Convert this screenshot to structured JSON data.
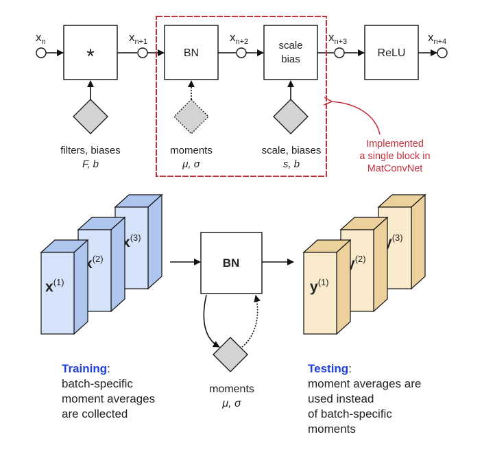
{
  "top_row": {
    "nodes": [
      "x",
      "x",
      "x",
      "x",
      "x"
    ],
    "node_subs": [
      "n",
      "n+1",
      "n+2",
      "n+3",
      "n+4"
    ],
    "conv_symbol": "*",
    "bn_label": "BN",
    "scale_label_line1": "scale",
    "scale_label_line2": "bias",
    "relu_label": "ReLU",
    "params": [
      {
        "name": "filters, biases",
        "symbols": "F, b"
      },
      {
        "name": "moments",
        "symbols": "μ, σ"
      },
      {
        "name": "scale, biases",
        "symbols": "s, b"
      }
    ],
    "implemented_note": [
      "Implemented",
      "a single block in",
      "MatConvNet"
    ]
  },
  "bottom_row": {
    "inputs": [
      {
        "symbol": "x",
        "sup": "(1)"
      },
      {
        "symbol": "x",
        "sup": "(2)"
      },
      {
        "symbol": "x",
        "sup": "(3)"
      }
    ],
    "bn_label": "BN",
    "outputs": [
      {
        "symbol": "y",
        "sup": "(1)"
      },
      {
        "symbol": "y",
        "sup": "(2)"
      },
      {
        "symbol": "y",
        "sup": "(3)"
      }
    ],
    "moments_name": "moments",
    "moments_symbols": "μ, σ",
    "training": {
      "heading": "Training",
      "suffix": ":",
      "lines": [
        "batch-specific",
        "moment averages",
        "are collected"
      ]
    },
    "testing": {
      "heading": "Testing",
      "suffix": ":",
      "lines": [
        "moment averages are",
        "used instead",
        "of batch-specific",
        "moments"
      ]
    }
  },
  "colors": {
    "input_face": "#d6e4fb",
    "input_side": "#aec6ee",
    "output_face": "#faebcc",
    "output_side": "#ecd19c",
    "diamond": "#d3d3d3",
    "highlight_box": "#c4303a",
    "heading_blue": "#1f3fd8"
  }
}
